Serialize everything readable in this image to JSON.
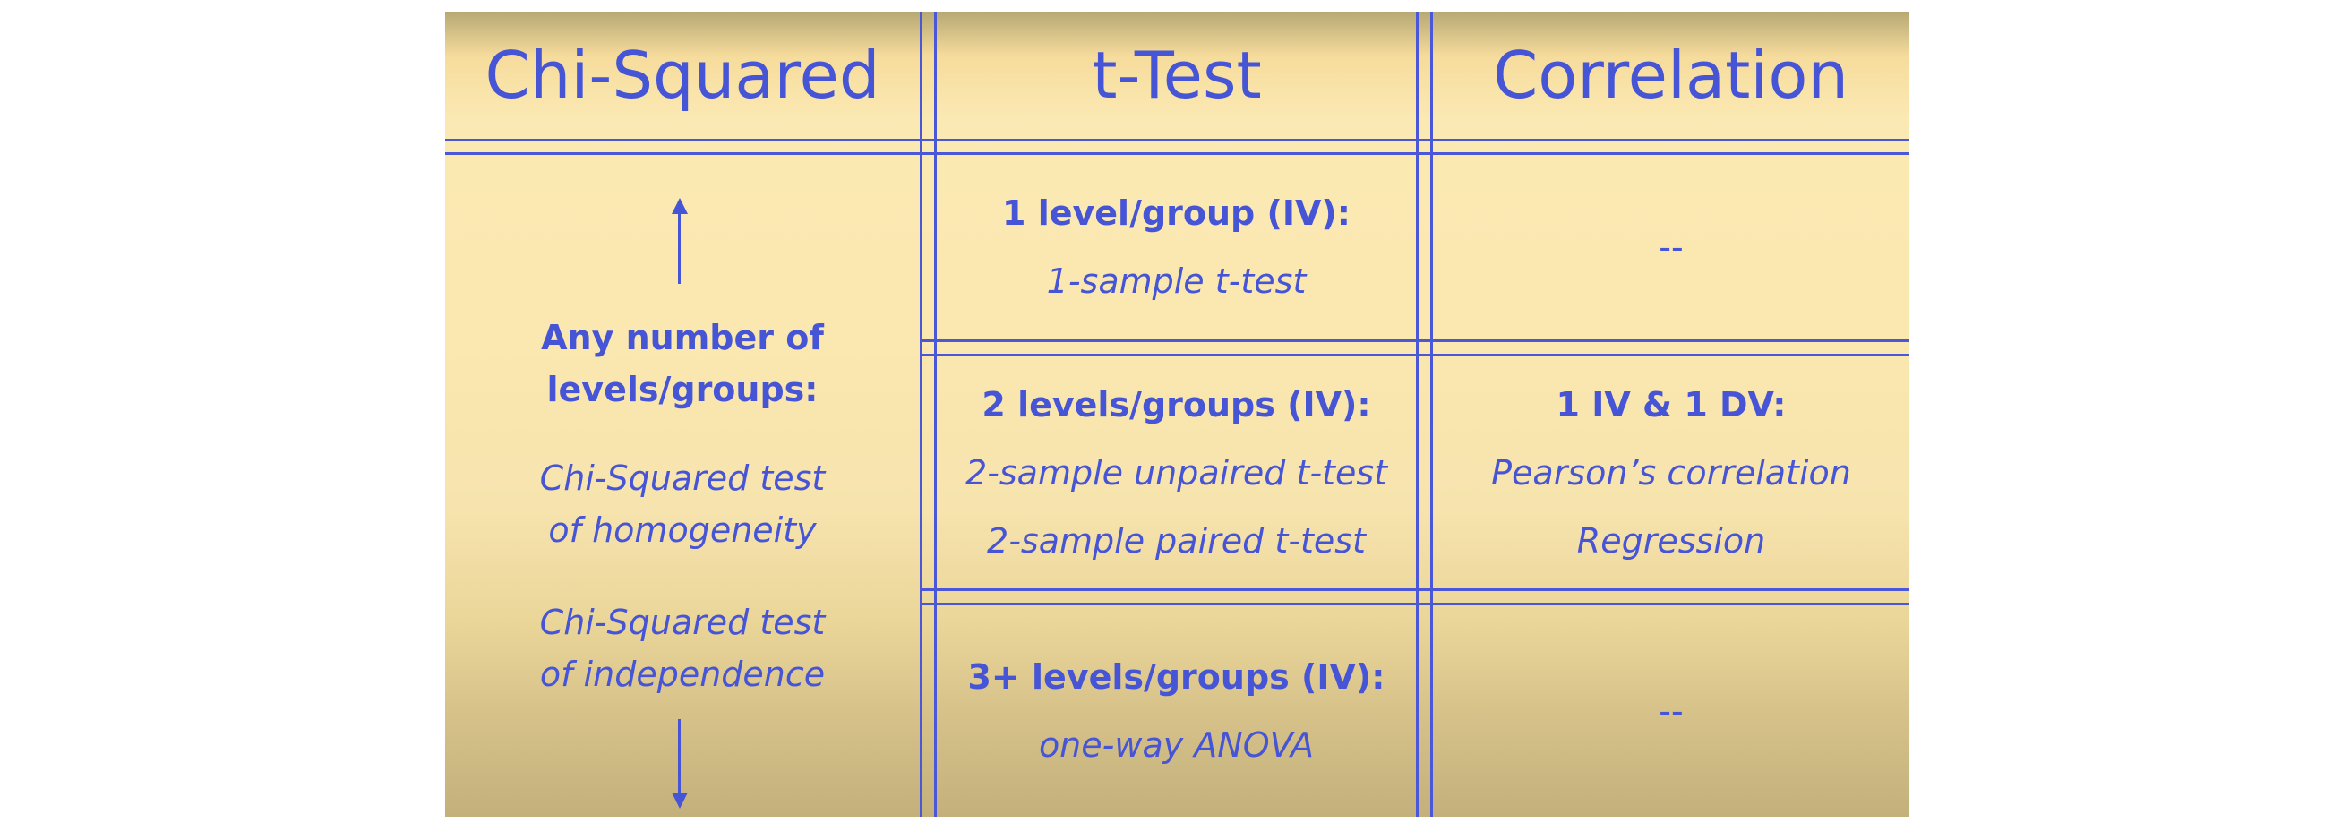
{
  "headers": {
    "chi": "Chi-Squared",
    "ttest": "t-Test",
    "corr": "Correlation"
  },
  "chi": {
    "heading_line1": "Any number of",
    "heading_line2": "levels/groups:",
    "test1_line1": "Chi-Squared test",
    "test1_line2": "of homogeneity",
    "test2_line1": "Chi-Squared test",
    "test2_line2": "of independence"
  },
  "ttest": {
    "row1_heading": "1 level/group (IV):",
    "row1_test": "1-sample t-test",
    "row2_heading": "2 levels/groups (IV):",
    "row2_test1": "2-sample unpaired t-test",
    "row2_test2": "2-sample paired t-test",
    "row3_heading": "3+ levels/groups (IV):",
    "row3_test": "one-way ANOVA"
  },
  "corr": {
    "row1_value": "--",
    "row2_heading": "1 IV & 1 DV:",
    "row2_test1": "Pearson’s correlation",
    "row2_test2": "Regression",
    "row3_value": "--"
  },
  "colors": {
    "text": "#4654d6",
    "lines": "#4a58d8",
    "background": "#fbe9b3"
  }
}
